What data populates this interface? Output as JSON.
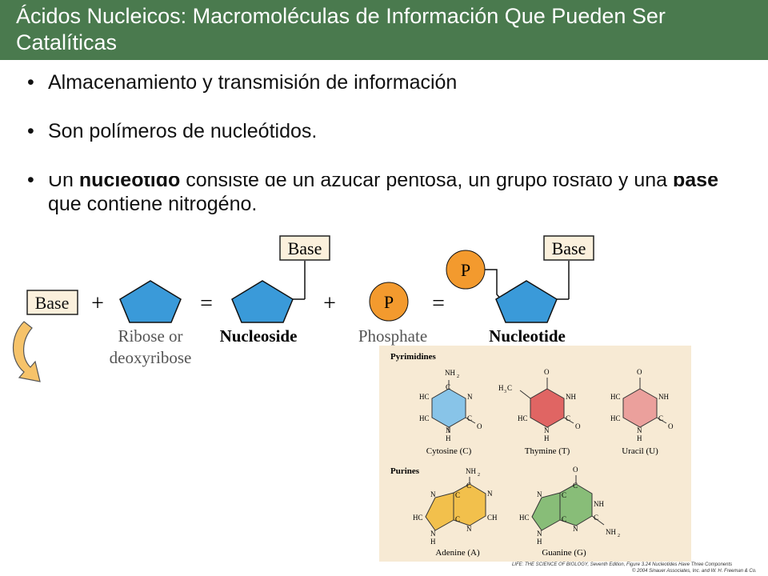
{
  "title": "Ácidos Nucleicos: Macromoléculas de Información Que Pueden Ser Catalíticas",
  "bullets": {
    "b1": "Almacenamiento y transmisión de información",
    "b2": "Son polímeros de nucleótidos.",
    "b3_pre": "Un ",
    "b3_bold1": "nucleótido",
    "b3_mid": " consiste de un azúcar pentosa, un grupo fosfato y una ",
    "b3_bold2": "base",
    "b3_post": " que contiene nitrogéno."
  },
  "equation": {
    "base_label": "Base",
    "plus": "+",
    "equals": "=",
    "ribose_line1": "Ribose or",
    "ribose_line2": "deoxyribose",
    "nucleoside": "Nucleoside",
    "phosphate_symbol": "P",
    "phosphate": "Phosphate",
    "nucleotide": "Nucleotide"
  },
  "bases_panel": {
    "pyrimidines": "Pyrimidines",
    "purines": "Purines",
    "cytosine": "Cytosine (C)",
    "thymine": "Thymine (T)",
    "uracil": "Uracil (U)",
    "adenine": "Adenine (A)",
    "guanine": "Guanine (G)",
    "atoms": {
      "nh2": "NH",
      "sub2": "2",
      "n": "N",
      "hc": "HC",
      "c": "C",
      "h": "H",
      "o": "O",
      "nh": "NH",
      "h3c": "H",
      "sub3": "3",
      "ch": "CH"
    }
  },
  "footer": {
    "line1": "LIFE: THE SCIENCE OF BIOLOGY, Seventh Edition, Figure 3.24  Nucleotides Have Three Components",
    "line2": "© 2004 Sinauer Associates, Inc. and W. H. Freeman & Co."
  },
  "colors": {
    "title_bar": "#4a7a4e",
    "pentagon": "#3a9ad9",
    "phosphate": "#f39a2e",
    "panel": "#f7ead4",
    "cytosine": "#88c4e8",
    "thymine": "#e06563",
    "uracil": "#eba09c",
    "adenine": "#f2c04c",
    "guanine": "#88bd78"
  }
}
